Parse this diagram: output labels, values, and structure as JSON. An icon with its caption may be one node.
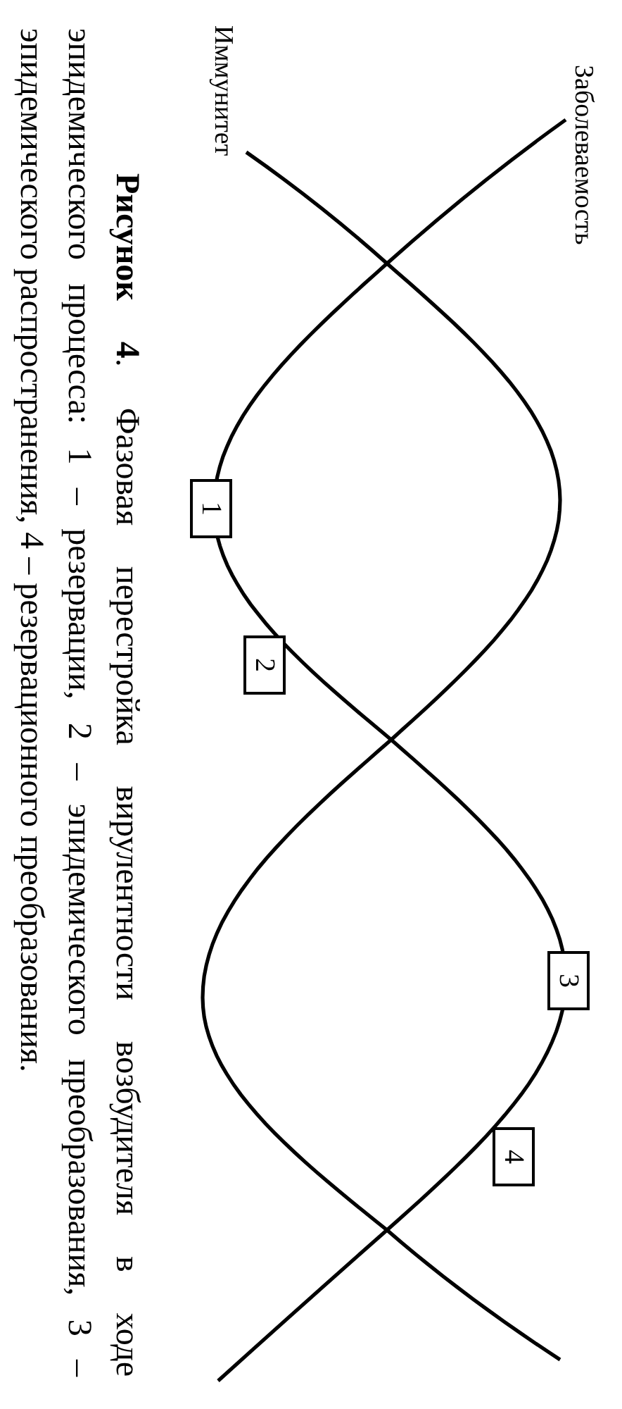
{
  "diagram": {
    "caption": "**Рисунок 4**. Фазовая перестройка вирулентности возбудителя в ходе эпидемического процесса: 1 – резервации, 2 – эпидемического преобразования, 3 – эпидемического распространения, 4 – резервационного преобразования.",
    "nodes": [
      {
        "text": [
          "1"
        ]
      },
      {
        "text": [
          "2"
        ]
      },
      {
        "text": [
          "3"
        ]
      },
      {
        "text": [
          "4"
        ]
      }
    ],
    "labels": [
      "Заболеваемость",
      "Иммунитет"
    ]
  }
}
